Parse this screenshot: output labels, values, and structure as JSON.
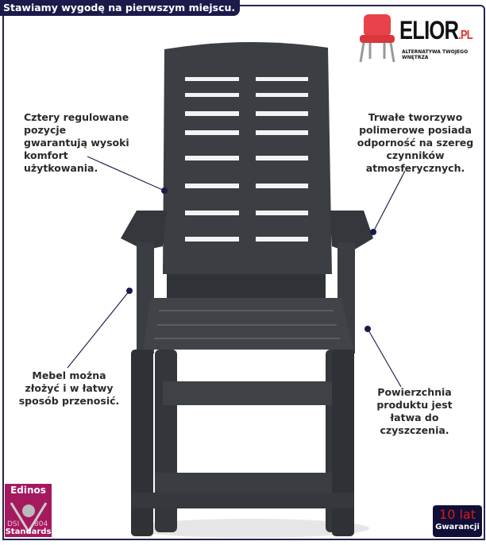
{
  "header": {
    "tagline": "Stawiamy wygodę na pierwszym miejscu."
  },
  "logo": {
    "brand": "ELIOR",
    "brand_suffix": ".PL",
    "slogan": "ALTERNATYWA TWOJEGO WNĘTRZA"
  },
  "callouts": {
    "top_left": "Cztery regulowane pozycje gwarantują wysoki komfort użytkowania.",
    "top_right": "Trwałe tworzywo polimerowe posiada odporność na szereg czynników atmosferycznych.",
    "bottom_left": "Mebel można złożyć i w łatwy sposób przenosić.",
    "bottom_right": "Powierzchnia produktu jest łatwa do czyszczenia."
  },
  "badges": {
    "edinos": {
      "title": "Edinos",
      "left": "DSI",
      "right": "804",
      "bottom": "Standards"
    },
    "warranty": {
      "years": "10 lat",
      "label": "Gwarancji"
    }
  },
  "colors": {
    "frame": "#25234f",
    "chair": "#3a3d42",
    "accent": "#e01616"
  }
}
